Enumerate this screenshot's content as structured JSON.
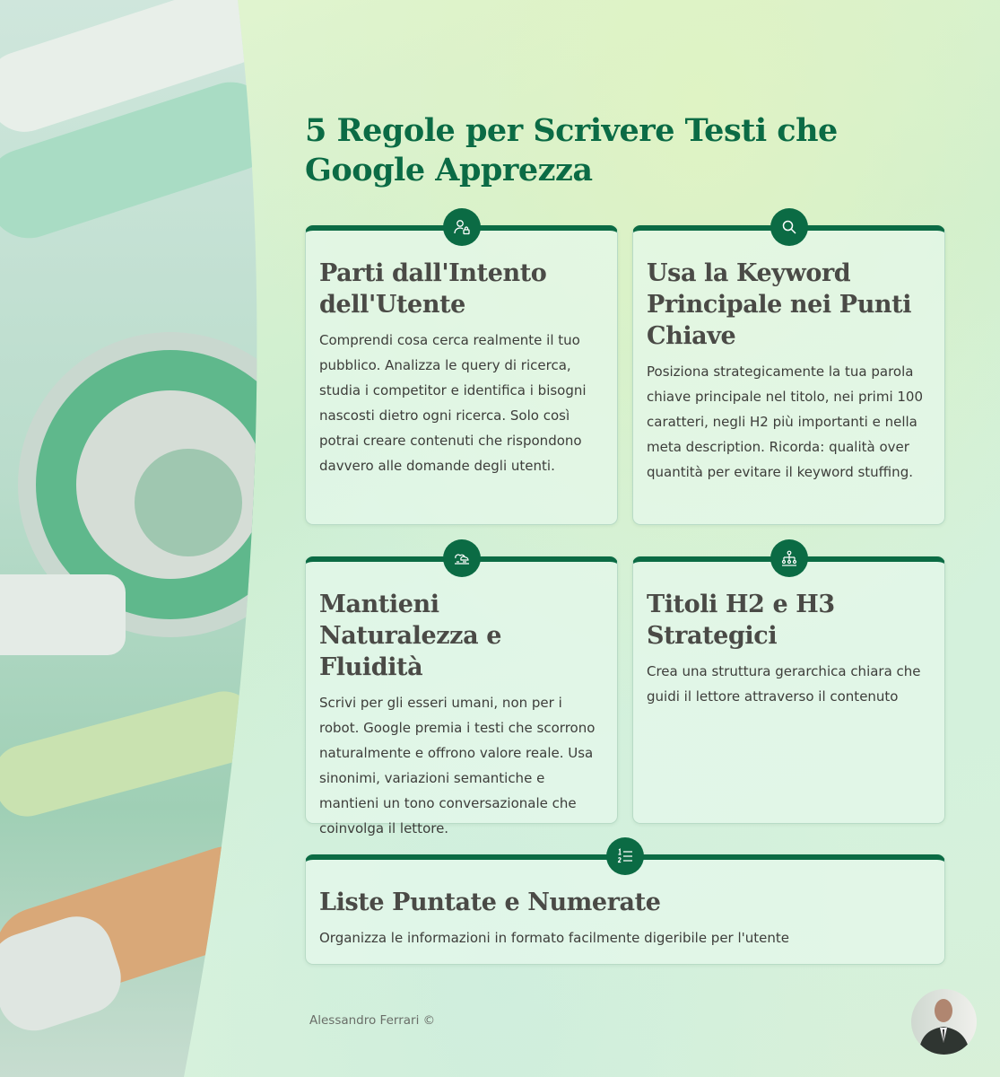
{
  "title": "5 Regole per Scrivere Testi che Google Apprezza",
  "cards": [
    {
      "icon": "user-lock-icon",
      "title": "Parti dall'Intento dell'Utente",
      "body": "Comprendi cosa cerca realmente il tuo pubblico. Analizza le query di ricerca, studia i competitor e identifica i bisogni nascosti dietro ogni ricerca. Solo così potrai creare contenuti che rispondono davvero alle domande degli utenti."
    },
    {
      "icon": "search-icon",
      "title": "Usa la Keyword Principale nei Punti Chiave",
      "body": "Posiziona strategicamente la tua parola chiave principale nel titolo, nei primi 100 caratteri, negli H2 più importanti e nella meta description. Ricorda: qualità over quantità per evitare il keyword stuffing."
    },
    {
      "icon": "landscape-icon",
      "title": "Mantieni Naturalezza e Fluidità",
      "body": "Scrivi per gli esseri umani, non per i robot. Google premia i testi che scorrono naturalmente e offrono valore reale. Usa sinonimi, variazioni semantiche e mantieni un tono conversazionale che coinvolga il lettore."
    },
    {
      "icon": "hierarchy-icon",
      "title": "Titoli H2 e H3 Strategici",
      "body": "Crea una struttura gerarchica chiara che guidi il lettore attraverso il contenuto"
    },
    {
      "icon": "numbered-list-icon",
      "title": "Liste Puntate e Numerate",
      "body": "Organizza le informazioni in formato facilmente digeribile per l'utente"
    }
  ],
  "footer": {
    "author": "Alessandro Ferrari ©"
  },
  "colors": {
    "accent": "#0b6b44",
    "title": "#0b6b45",
    "text": "#3d3d3a"
  }
}
